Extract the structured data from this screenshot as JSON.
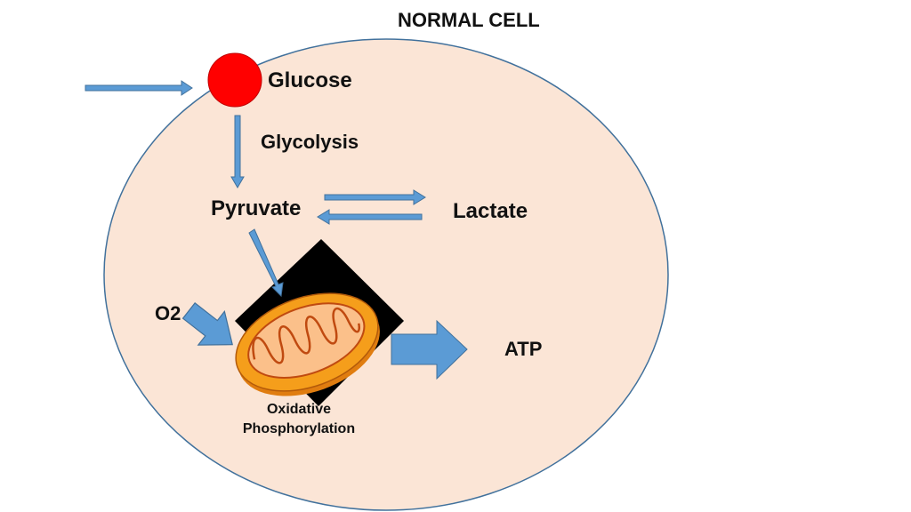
{
  "title": "NORMAL CELL",
  "labels": {
    "glucose": "Glucose",
    "glycolysis": "Glycolysis",
    "pyruvate": "Pyruvate",
    "lactate": "Lactate",
    "o2": "O2",
    "atp": "ATP",
    "oxphos_line1": "Oxidative",
    "oxphos_line2": "Phosphorylation"
  },
  "colors": {
    "cell_fill": "#fbe5d6",
    "cell_border": "#41719c",
    "arrow_fill": "#5b9bd5",
    "arrow_stroke": "#41719c",
    "glucose_fill": "#ff0000",
    "mito_outer": "#f59e1b",
    "mito_inner": "#fbc08a",
    "mito_cristae": "#c04a10",
    "mito_backdrop": "#000000"
  },
  "icons": [
    "glucose-molecule",
    "mitochondrion-icon"
  ]
}
